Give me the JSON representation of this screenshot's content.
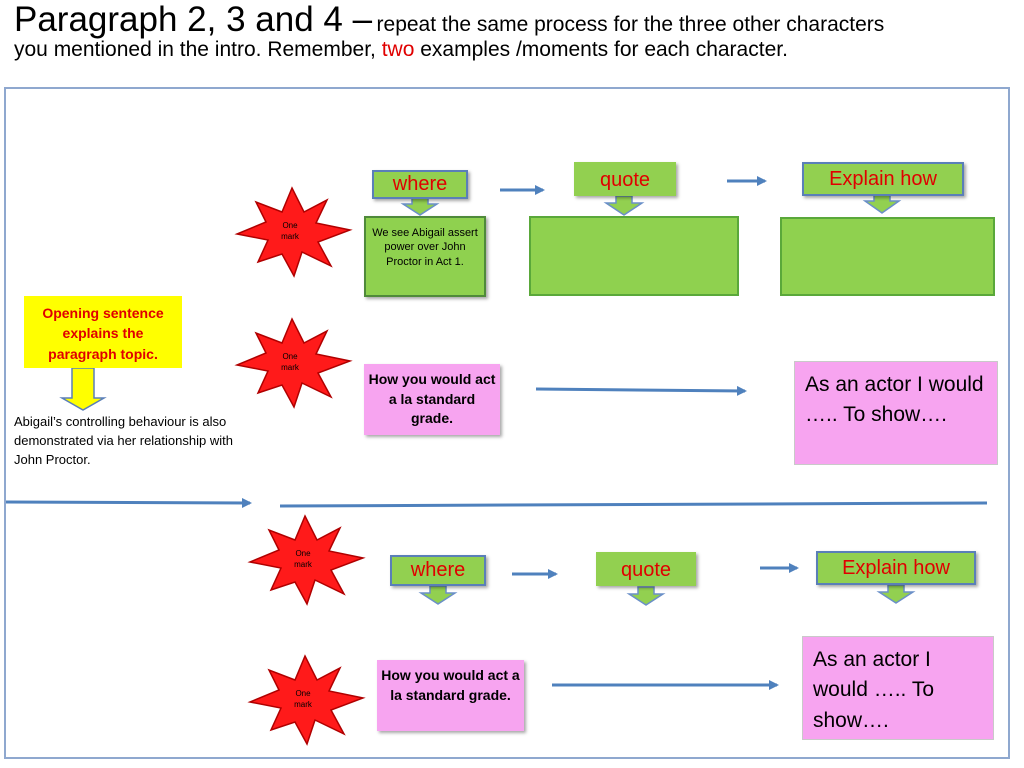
{
  "title": {
    "main": "Paragraph 2, 3 and 4 –",
    "rest": "repeat the same process for the three other characters",
    "line2_before": "you mentioned in the intro. Remember,",
    "line2_red": "two",
    "line2_after": "examples /moments for each character."
  },
  "opening": {
    "text": "Opening sentence explains the paragraph topic."
  },
  "abigail_sentence": "Abigail’s controlling behaviour  is also demonstrated via her relationship with John Proctor.",
  "stars": [
    {
      "line1": "One",
      "line2": "mark"
    },
    {
      "line1": "One",
      "line2": "mark"
    },
    {
      "line1": "One",
      "line2": "mark"
    },
    {
      "line1": "One",
      "line2": "mark"
    }
  ],
  "block1": {
    "where": "where",
    "quote": "quote",
    "explain": "Explain how",
    "where_content": "We see Abigail assert power over John Proctor  in Act 1."
  },
  "actor1": {
    "left": "How you would act a la standard grade.",
    "right": "As an actor I would ….. To show…."
  },
  "block2": {
    "where": "where",
    "quote": "quote",
    "explain": "Explain how"
  },
  "actor2": {
    "left": "How you would act a la standard grade.",
    "right": "As an actor I would ….. To show…."
  },
  "colors": {
    "accent_red": "#e00000",
    "label_green": "#92d050",
    "pink": "#f7a4f0",
    "yellow": "#ffff00",
    "arrow_blue": "#4f81bd"
  }
}
